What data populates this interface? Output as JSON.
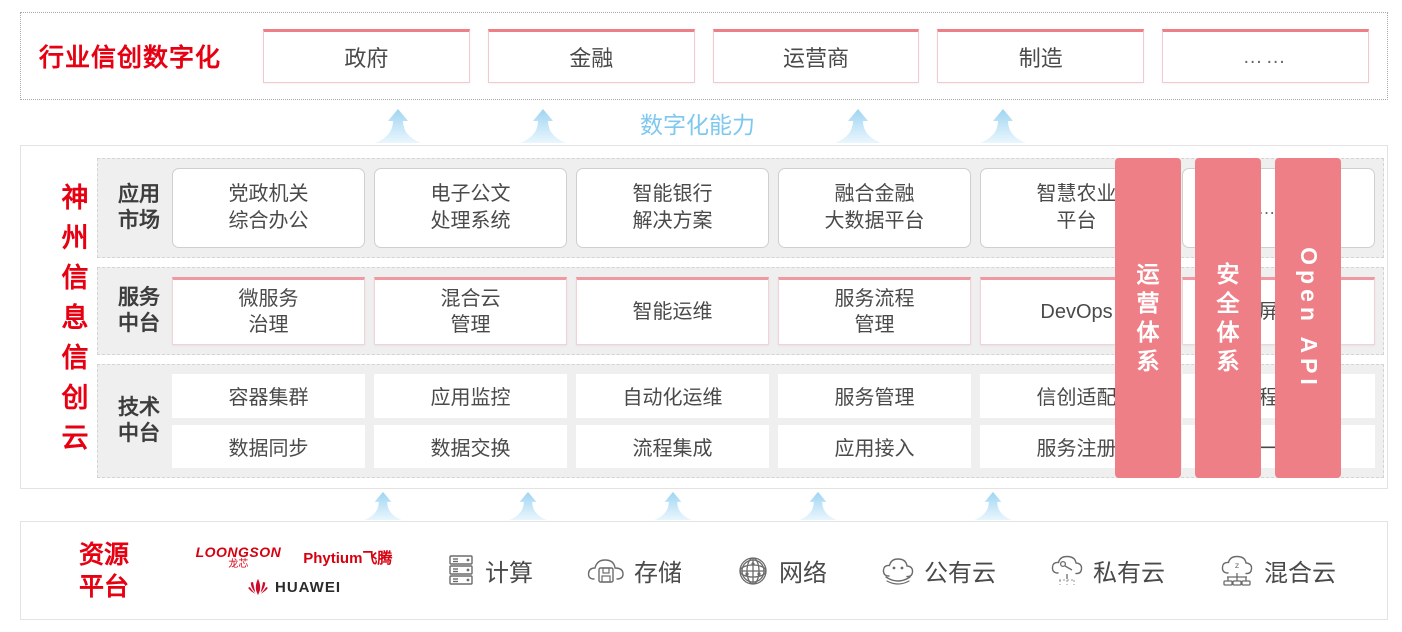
{
  "colors": {
    "brand_red": "#e60012",
    "pink": "#ef7f87",
    "pink_border": "#ef9aa2",
    "arrow_blue": "#7ec8ef",
    "panel_gray": "#efefef",
    "text_dark": "#4a4a4a"
  },
  "industry": {
    "title": "行业信创数字化",
    "cards": [
      {
        "label": "政府"
      },
      {
        "label": "金融"
      },
      {
        "label": "运营商"
      },
      {
        "label": "制造"
      },
      {
        "label": "……"
      }
    ]
  },
  "capability_label": "数字化能力",
  "cloud": {
    "title_chars": [
      "神",
      "州",
      "信",
      "息",
      "信",
      "创",
      "云"
    ],
    "app_market": {
      "label_lines": [
        "应用",
        "市场"
      ],
      "cards": [
        {
          "lines": [
            "党政机关",
            "综合办公"
          ]
        },
        {
          "lines": [
            "电子公文",
            "处理系统"
          ]
        },
        {
          "lines": [
            "智能银行",
            "解决方案"
          ]
        },
        {
          "lines": [
            "融合金融",
            "大数据平台"
          ]
        },
        {
          "lines": [
            "智慧农业",
            "平台"
          ]
        },
        {
          "lines": [
            "……"
          ],
          "dots": true
        }
      ]
    },
    "service_platform": {
      "label_lines": [
        "服务",
        "中台"
      ],
      "cards": [
        {
          "lines": [
            "微服务",
            "治理"
          ]
        },
        {
          "lines": [
            "混合云",
            "管理"
          ]
        },
        {
          "lines": [
            "智能运维"
          ]
        },
        {
          "lines": [
            "服务流程",
            "管理"
          ]
        },
        {
          "lines": [
            "DevOps"
          ]
        },
        {
          "lines": [
            "大屏展示"
          ]
        }
      ]
    },
    "tech_platform": {
      "label_lines": [
        "技术",
        "中台"
      ],
      "columns": [
        {
          "top": "容器集群",
          "bottom": "数据同步"
        },
        {
          "top": "应用监控",
          "bottom": "数据交换"
        },
        {
          "top": "自动化运维",
          "bottom": "流程集成"
        },
        {
          "top": "服务管理",
          "bottom": "应用接入"
        },
        {
          "top": "信创适配",
          "bottom": "服务注册"
        },
        {
          "top": "流程引擎",
          "bottom": "统一认证"
        }
      ]
    },
    "pillars": [
      {
        "type": "cn",
        "chars": [
          "运",
          "营",
          "体",
          "系"
        ],
        "name": "运营体系"
      },
      {
        "type": "cn",
        "chars": [
          "安",
          "全",
          "体",
          "系"
        ],
        "name": "安全体系"
      },
      {
        "type": "en",
        "text": "Open API",
        "name": "Open API"
      }
    ]
  },
  "resource": {
    "title_lines": [
      "资源",
      "平台"
    ],
    "vendors": [
      {
        "name": "LOONGSON",
        "sub": "龙芯",
        "icon": "loongson-logo"
      },
      {
        "name": "Phytium飞腾",
        "icon": "phytium-logo"
      },
      {
        "name": "HUAWEI",
        "icon": "huawei-logo"
      }
    ],
    "items": [
      {
        "label": "计算",
        "icon": "server-icon"
      },
      {
        "label": "存储",
        "icon": "cloud-storage-icon"
      },
      {
        "label": "网络",
        "icon": "network-icon"
      },
      {
        "label": "公有云",
        "icon": "public-cloud-icon"
      },
      {
        "label": "私有云",
        "icon": "private-cloud-icon"
      },
      {
        "label": "混合云",
        "icon": "hybrid-cloud-icon"
      }
    ]
  },
  "arrows": {
    "upper_count": 4,
    "lower_count": 5
  }
}
